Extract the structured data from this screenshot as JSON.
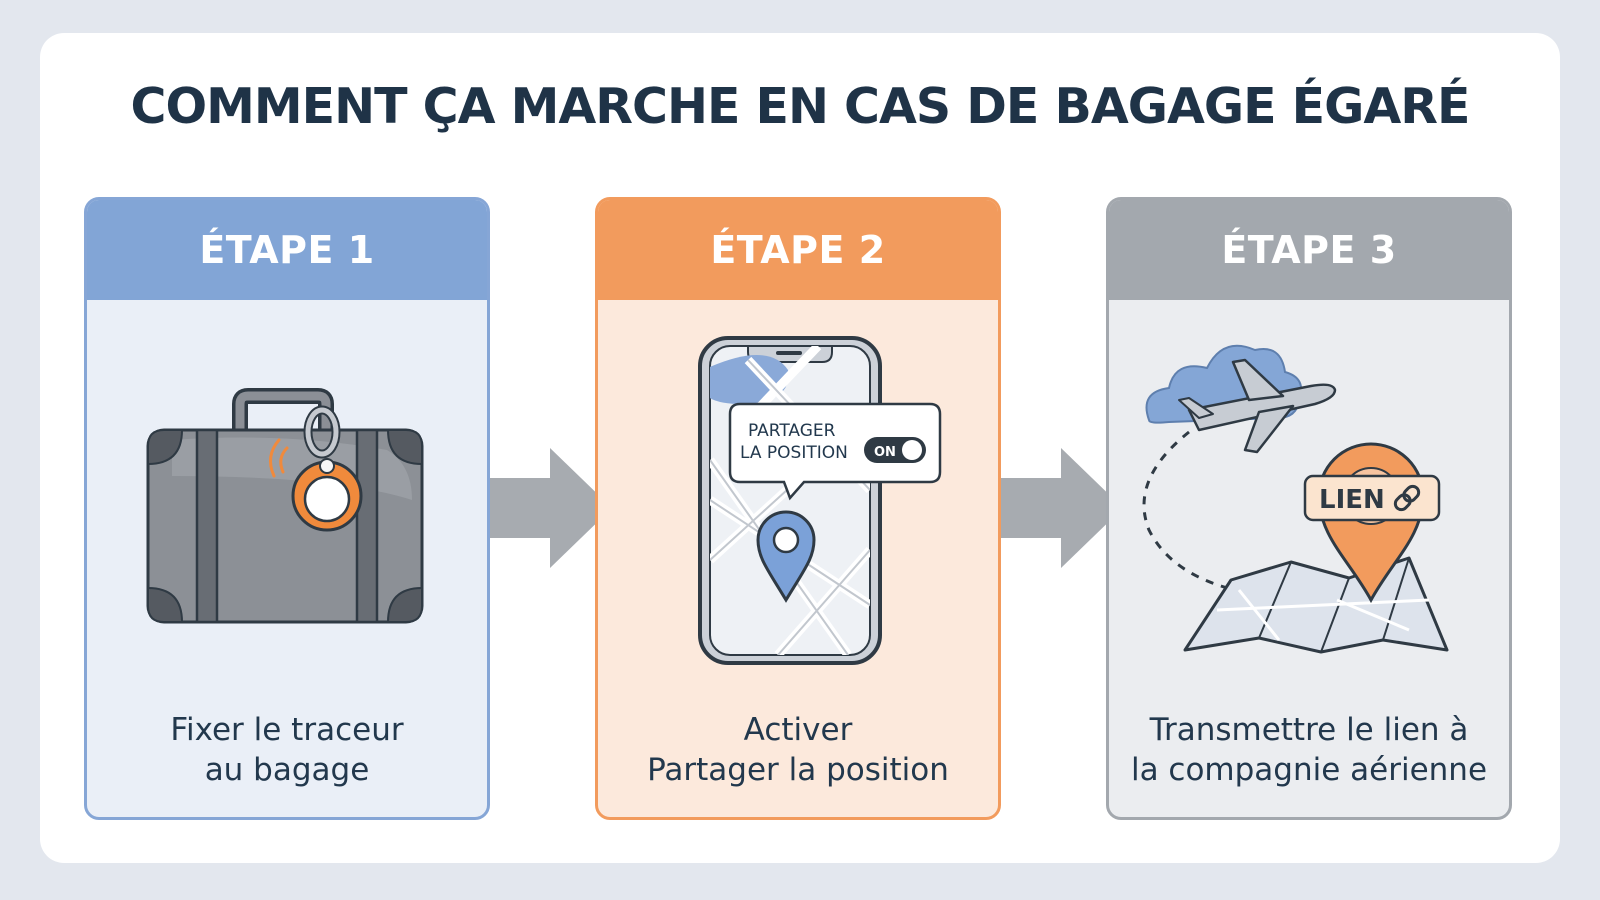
{
  "title": "COMMENT ÇA MARCHE EN CAS DE BAGAGE ÉGARÉ",
  "colors": {
    "background": "#e3e7ee",
    "title": "#1f3347",
    "step1_accent": "#82a5d6",
    "step2_accent": "#f29b5d",
    "step3_accent": "#a3a8ae"
  },
  "steps": [
    {
      "header": "ÉTAPE 1",
      "text_lines": [
        "Fixer le traceur",
        "au bagage"
      ],
      "icons": [
        "suitcase-icon",
        "tracker-tag-icon",
        "signal-waves-icon"
      ]
    },
    {
      "header": "ÉTAPE 2",
      "text_lines": [
        "Activer",
        "Partager la position"
      ],
      "icons": [
        "smartphone-icon",
        "map-icon",
        "location-pin-icon"
      ],
      "popup": {
        "line1": "PARTAGER",
        "line2": "LA POSITION",
        "toggle": "ON"
      }
    },
    {
      "header": "ÉTAPE 3",
      "text_lines": [
        "Transmettre le lien à",
        "la compagnie aérienne"
      ],
      "icons": [
        "cloud-icon",
        "airplane-icon",
        "folded-map-icon",
        "location-pin-icon",
        "link-icon"
      ],
      "badge": "LIEN"
    }
  ],
  "connectors": [
    "arrow-right-icon",
    "arrow-right-icon"
  ]
}
